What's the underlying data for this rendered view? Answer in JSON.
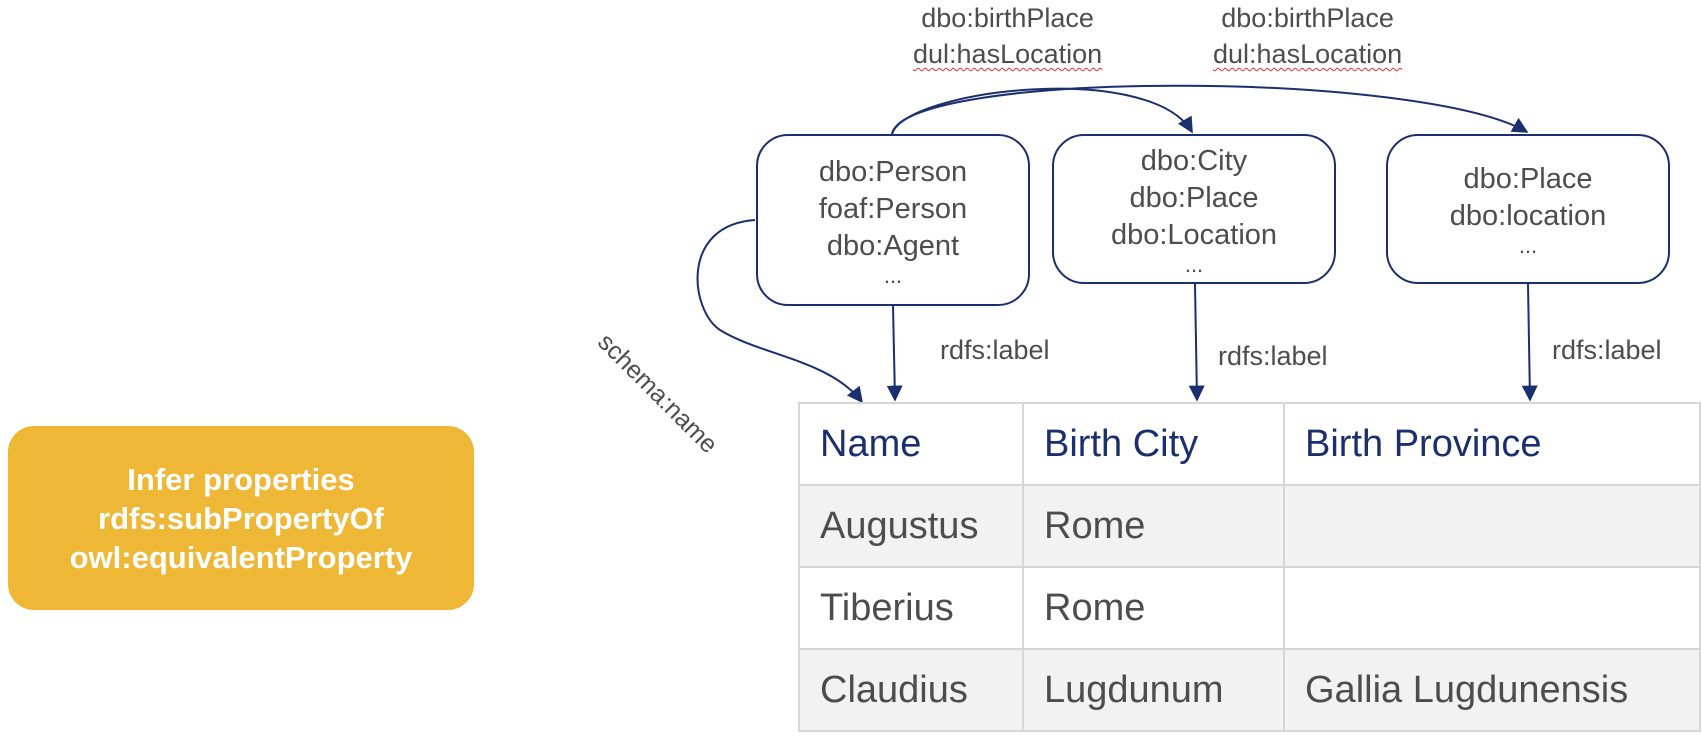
{
  "badge": {
    "line1": "Infer properties",
    "line2": "rdfs:subPropertyOf",
    "line3": "owl:equivalentProperty",
    "color": "#eeb735"
  },
  "nodes": {
    "person": {
      "lines": [
        "dbo:Person",
        "foaf:Person",
        "dbo:Agent"
      ],
      "more": "..."
    },
    "city": {
      "lines": [
        "dbo:City",
        "dbo:Place",
        "dbo:Location"
      ],
      "more": "..."
    },
    "place": {
      "lines": [
        "dbo:Place",
        "dbo:location"
      ],
      "more": "..."
    }
  },
  "edge_labels": {
    "birth_city": {
      "line1": "dbo:birthPlace",
      "line2": "dul:hasLocation"
    },
    "birth_province": {
      "line1": "dbo:birthPlace",
      "line2": "dul:hasLocation"
    },
    "name_label": "rdfs:label",
    "city_label": "rdfs:label",
    "province_label": "rdfs:label",
    "schema_name": "schema:name"
  },
  "table": {
    "headers": [
      "Name",
      "Birth City",
      "Birth Province"
    ],
    "rows": [
      [
        "Augustus",
        "Rome",
        ""
      ],
      [
        "Tiberius",
        "Rome",
        ""
      ],
      [
        "Claudius",
        "Lugdunum",
        "Gallia Lugdunensis"
      ]
    ]
  },
  "colors": {
    "node_border": "#1b2f6e",
    "header_text": "#1b2f6e",
    "row_shade": "#f2f2f2"
  }
}
